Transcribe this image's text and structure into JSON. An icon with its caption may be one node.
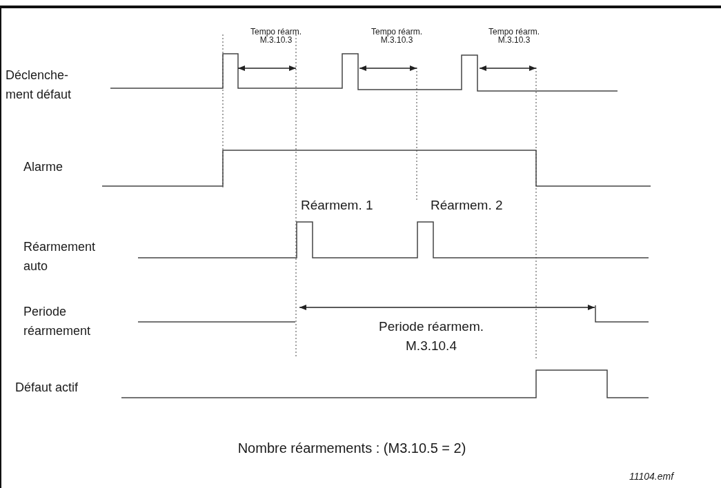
{
  "diagram": {
    "labels": [
      "Tempo réarm. M.3.10.3",
      "Tempo réarm. M.3.10.3",
      "Tempo réarm. M.3.10.3",
      "Déclenche- ment défaut",
      "Alarme",
      "Réarmem. 1",
      "Réarmem. 2",
      "Réarmement auto",
      "Periode réarmement",
      "Periode réarmem. M.3.10.4",
      "Défaut actif",
      "Nombre réarmements : (M3.10.5 = 2)",
      "11104.emf"
    ]
  }
}
